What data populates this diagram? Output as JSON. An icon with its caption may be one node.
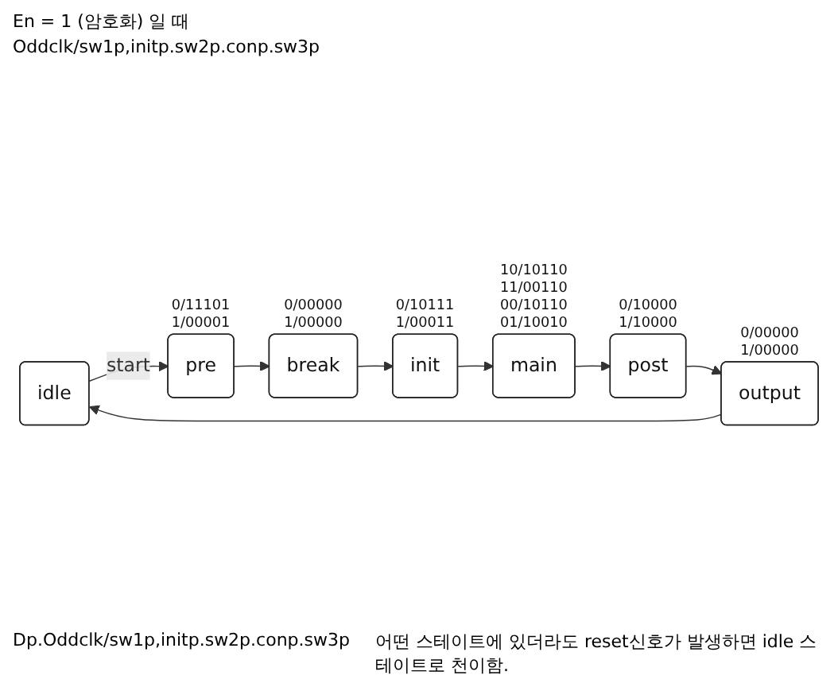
{
  "diagram": {
    "nodes": [
      {
        "text": [
          "idle"
        ]
      },
      {
        "text": [
          "pre"
        ],
        "beside": [
          "0/11101",
          "1/00001"
        ]
      },
      {
        "text": [
          "break"
        ],
        "beside": [
          "0/00000",
          "1/00000"
        ]
      },
      {
        "text": [
          "init"
        ],
        "beside": [
          "0/10111",
          "1/00011"
        ]
      },
      {
        "text": [
          "main"
        ],
        "beside": [
          "10/10110",
          "11/00110",
          "00/10110",
          "01/10010"
        ]
      },
      {
        "text": [
          "post"
        ],
        "beside": [
          "0/10000",
          "1/10000"
        ]
      },
      {
        "text": [
          "output"
        ],
        "beside": [
          "0/00000",
          "1/00000"
        ]
      }
    ],
    "edges": [
      {
        "from": 0,
        "to": 1,
        "arrow": "to",
        "label": "start"
      },
      {
        "from": 1,
        "to": 2,
        "arrow": "to"
      },
      {
        "from": 2,
        "to": 3,
        "arrow": "to"
      },
      {
        "from": 3,
        "to": 4,
        "arrow": "to"
      },
      {
        "from": 4,
        "to": 5,
        "arrow": "to"
      },
      {
        "from": 5,
        "to": 6,
        "arrow": "to"
      },
      {
        "from": 6,
        "to": 0,
        "arrow": "to"
      }
    ],
    "labels": [
      "En = 1 (암호화) 일 때",
      "Oddclk/sw1p,initp.sw2p.conp.sw3p",
      "Dp.Oddclk/sw1p,initp.sw2p.conp.sw3p",
      "어떤 스테이트에 있더라도 reset신호가 발생하면 idle 스테이트로 천이함."
    ]
  }
}
